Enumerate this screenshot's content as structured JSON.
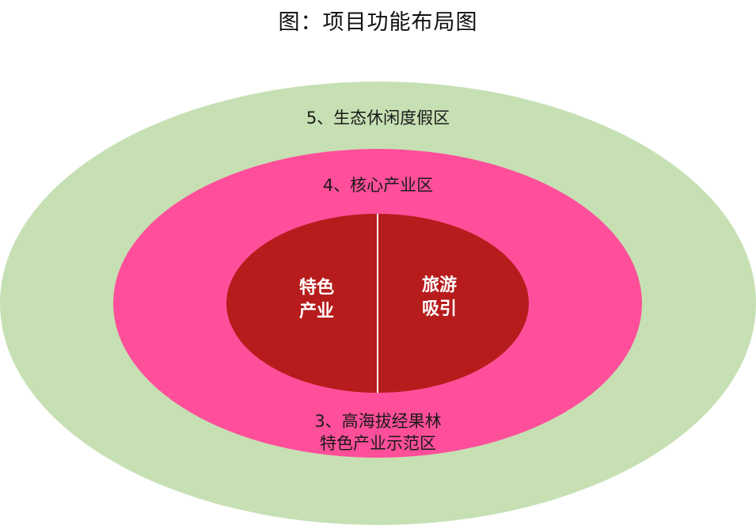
{
  "title": "图：项目功能布局图",
  "zones": {
    "outer": {
      "label": "5、生态休闲度假区",
      "color": "#c6e0b4"
    },
    "middle": {
      "label": "4、核心产业区",
      "color": "#ff4f9a"
    },
    "zone3": {
      "line1": "3、高海拔经果林",
      "line2": "特色产业示范区"
    },
    "core": {
      "color": "#b71c1c",
      "left": {
        "line1": "特色",
        "line2": "产业"
      },
      "right": {
        "line1": "旅游",
        "line2": "吸引"
      }
    }
  }
}
